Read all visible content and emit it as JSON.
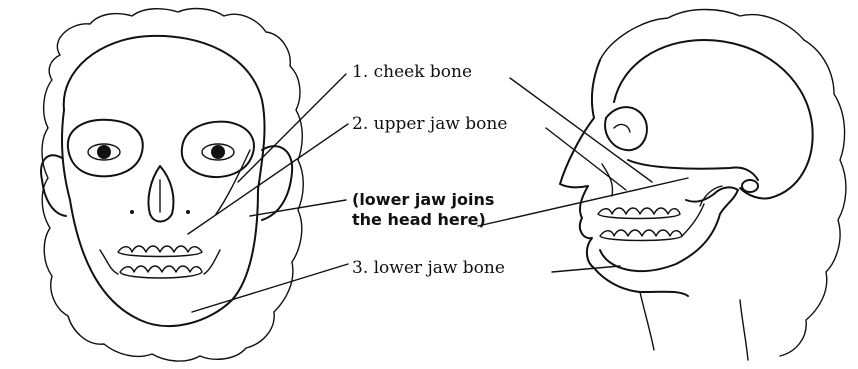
{
  "labels": {
    "cheek": "1.  cheek bone",
    "upper_jaw": "2.  upper jaw bone",
    "joins_line1": "(lower jaw joins",
    "joins_line2": "the head here)",
    "lower_jaw": "3.  lower jaw bone"
  }
}
